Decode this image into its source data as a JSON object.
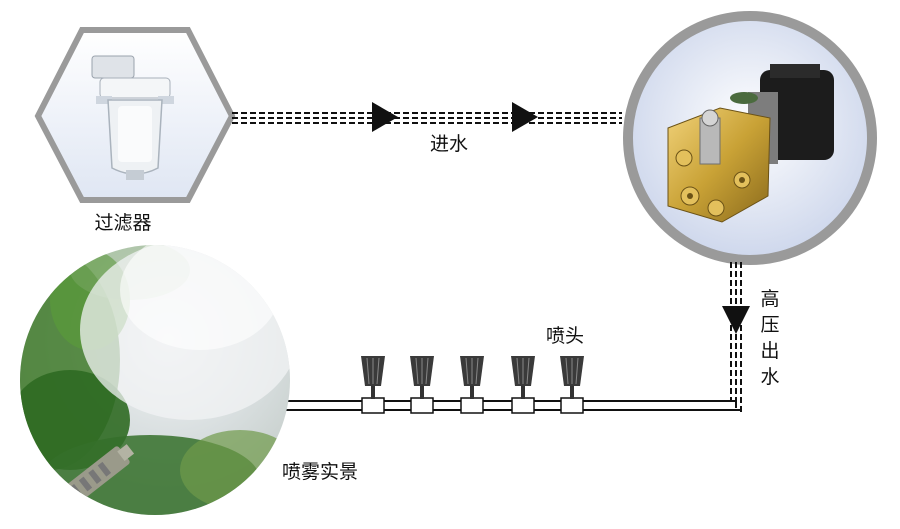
{
  "labels": {
    "filter": "过滤器",
    "water_inlet": "进水",
    "high_pressure_outlet": [
      "高",
      "压",
      "出",
      "水"
    ],
    "nozzle": "喷头",
    "spray_scene": "喷雾实景"
  },
  "nozzle_count": 5,
  "colors": {
    "pipe_dash": "#111111",
    "arrow": "#111111",
    "frame_gray": "#9a9a9a",
    "nozzle_body": "#3a3a3a",
    "pump_brass": "#c9a236",
    "pump_motor": "#1c1c1c",
    "foliage": "#3f7a2a",
    "mist": "#e8ecef"
  },
  "icons": [
    "filter-icon",
    "pump-icon",
    "nozzle-icon",
    "spray-photo"
  ]
}
